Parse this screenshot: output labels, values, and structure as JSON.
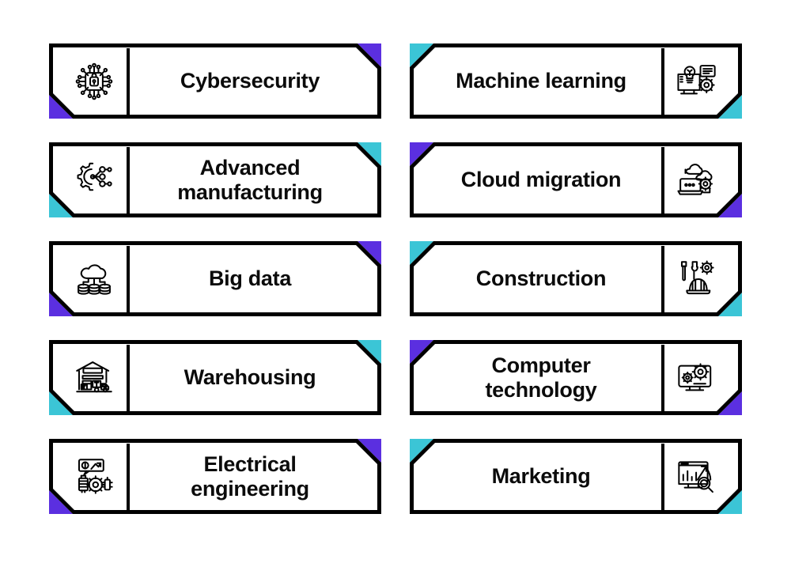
{
  "page": {
    "title": "Technology and industry category banners",
    "background": "#ffffff",
    "columns": 2,
    "rows": 5
  },
  "colors": {
    "purple": "#5B2FE0",
    "cyan": "#3BC5D6",
    "border": "#000000",
    "card_background": "#ffffff",
    "text": "#0b0b0b"
  },
  "cards": [
    {
      "id": "cybersecurity",
      "label": "Cybersecurity",
      "icon": "cybersecurity-chip-lock-icon",
      "accent": "#5B2FE0",
      "accent_name": "purple",
      "layout": "icon-left",
      "corners": "top-right,bottom-left",
      "lines": 1,
      "column": "left",
      "row": 1
    },
    {
      "id": "machine-learning",
      "label": "Machine learning",
      "icon": "machine-learning-brain-monitor-icon",
      "accent": "#3BC5D6",
      "accent_name": "cyan",
      "layout": "icon-right",
      "corners": "top-left,bottom-right",
      "lines": 1,
      "column": "right",
      "row": 1
    },
    {
      "id": "advanced-manufacturing",
      "label": "Advanced\nmanufacturing",
      "icon": "advanced-manufacturing-gear-network-icon",
      "accent": "#3BC5D6",
      "accent_name": "cyan",
      "layout": "icon-left",
      "corners": "top-right,bottom-left",
      "lines": 2,
      "column": "left",
      "row": 2
    },
    {
      "id": "cloud-migration",
      "label": "Cloud migration",
      "icon": "cloud-migration-laptop-icon",
      "accent": "#5B2FE0",
      "accent_name": "purple",
      "layout": "icon-right",
      "corners": "top-left,bottom-right",
      "lines": 1,
      "column": "right",
      "row": 2
    },
    {
      "id": "big-data",
      "label": "Big data",
      "icon": "big-data-cloud-database-icon",
      "accent": "#5B2FE0",
      "accent_name": "purple",
      "layout": "icon-left",
      "corners": "top-right,bottom-left",
      "lines": 1,
      "column": "left",
      "row": 3
    },
    {
      "id": "construction",
      "label": "Construction",
      "icon": "construction-helmet-tools-icon",
      "accent": "#3BC5D6",
      "accent_name": "cyan",
      "layout": "icon-right",
      "corners": "top-left,bottom-right",
      "lines": 1,
      "column": "right",
      "row": 3
    },
    {
      "id": "warehousing",
      "label": "Warehousing",
      "icon": "warehouse-truck-boxes-icon",
      "accent": "#3BC5D6",
      "accent_name": "cyan",
      "layout": "icon-left",
      "corners": "top-right,bottom-left",
      "lines": 1,
      "column": "left",
      "row": 4
    },
    {
      "id": "computer-technology",
      "label": "Computer\ntechnology",
      "icon": "computer-technology-monitor-gears-icon",
      "accent": "#5B2FE0",
      "accent_name": "purple",
      "layout": "icon-right",
      "corners": "top-left,bottom-right",
      "lines": 2,
      "column": "right",
      "row": 4
    },
    {
      "id": "electrical-engineering",
      "label": "Electrical\nengineering",
      "icon": "electrical-engineering-motor-gear-icon",
      "accent": "#5B2FE0",
      "accent_name": "purple",
      "layout": "icon-left",
      "corners": "top-right,bottom-left",
      "lines": 2,
      "column": "left",
      "row": 5
    },
    {
      "id": "marketing",
      "label": "Marketing",
      "icon": "marketing-chart-magnifier-icon",
      "accent": "#3BC5D6",
      "accent_name": "cyan",
      "layout": "icon-right",
      "corners": "top-left,bottom-right",
      "lines": 1,
      "column": "right",
      "row": 5
    }
  ]
}
